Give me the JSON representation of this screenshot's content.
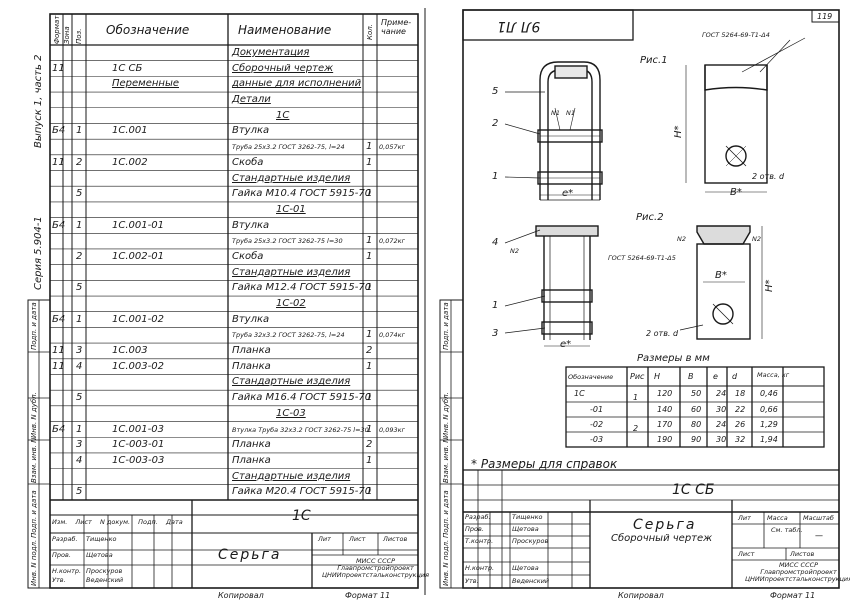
{
  "left_sheet": {
    "header": {
      "format": "Формат",
      "zone": "Зона",
      "pos": "Поз.",
      "designation": "Обозначение",
      "name": "Наименование",
      "qty": "Кол.",
      "note": "Приме-\nчание"
    },
    "series_label": "Серия 5.904-1",
    "issue_label": "Выпуск 1, часть 2",
    "rows": [
      {
        "fmt": "",
        "pos": "",
        "des": "",
        "name": "Документация",
        "qty": "",
        "note": ""
      },
      {
        "fmt": "11",
        "pos": "",
        "des": "1С СБ",
        "name": "Сборочный чертеж",
        "qty": "",
        "note": ""
      },
      {
        "fmt": "",
        "pos": "",
        "des": "Переменные",
        "name": "данные для исполнений",
        "qty": "",
        "note": ""
      },
      {
        "fmt": "",
        "pos": "",
        "des": "",
        "name": "Детали",
        "qty": "",
        "note": ""
      },
      {
        "fmt": "",
        "pos": "",
        "des": "",
        "name": "1С",
        "qty": "",
        "note": ""
      },
      {
        "fmt": "Б4",
        "pos": "1",
        "des": "1С.001",
        "name": "Втулка",
        "qty": "",
        "note": ""
      },
      {
        "fmt": "",
        "pos": "",
        "des": "",
        "name": "Труба 25х3.2 ГОСТ 3262-75, l=24",
        "qty": "1",
        "note": "0,057кг"
      },
      {
        "fmt": "11",
        "pos": "2",
        "des": "1С.002",
        "name": "Скоба",
        "qty": "1",
        "note": ""
      },
      {
        "fmt": "",
        "pos": "",
        "des": "",
        "name": "Стандартные изделия",
        "qty": "",
        "note": ""
      },
      {
        "fmt": "",
        "pos": "5",
        "des": "",
        "name": "Гайка М10.4 ГОСТ 5915-70",
        "qty": "1",
        "note": ""
      },
      {
        "fmt": "",
        "pos": "",
        "des": "",
        "name": "1С-01",
        "qty": "",
        "note": ""
      },
      {
        "fmt": "Б4",
        "pos": "1",
        "des": "1С.001-01",
        "name": "Втулка",
        "qty": "",
        "note": ""
      },
      {
        "fmt": "",
        "pos": "",
        "des": "",
        "name": "Труба 25х3.2 ГОСТ 3262-75 l=30",
        "qty": "1",
        "note": "0,072кг"
      },
      {
        "fmt": "",
        "pos": "2",
        "des": "1С.002-01",
        "name": "Скоба",
        "qty": "1",
        "note": ""
      },
      {
        "fmt": "",
        "pos": "",
        "des": "",
        "name": "Стандартные изделия",
        "qty": "",
        "note": ""
      },
      {
        "fmt": "",
        "pos": "5",
        "des": "",
        "name": "Гайка М12.4 ГОСТ 5915-70",
        "qty": "1",
        "note": ""
      },
      {
        "fmt": "",
        "pos": "",
        "des": "",
        "name": "1С-02",
        "qty": "",
        "note": ""
      },
      {
        "fmt": "Б4",
        "pos": "1",
        "des": "1С.001-02",
        "name": "Втулка",
        "qty": "",
        "note": ""
      },
      {
        "fmt": "",
        "pos": "",
        "des": "",
        "name": "Труба 32х3.2 ГОСТ 3262-75, l=24",
        "qty": "1",
        "note": "0,074кг"
      },
      {
        "fmt": "11",
        "pos": "3",
        "des": "1С.003",
        "name": "Планка",
        "qty": "2",
        "note": ""
      },
      {
        "fmt": "11",
        "pos": "4",
        "des": "1С.003-02",
        "name": "Планка",
        "qty": "1",
        "note": ""
      },
      {
        "fmt": "",
        "pos": "",
        "des": "",
        "name": "Стандартные изделия",
        "qty": "",
        "note": ""
      },
      {
        "fmt": "",
        "pos": "5",
        "des": "",
        "name": "Гайка М16.4 ГОСТ 5915-70",
        "qty": "1",
        "note": ""
      },
      {
        "fmt": "",
        "pos": "",
        "des": "",
        "name": "1С-03",
        "qty": "",
        "note": ""
      },
      {
        "fmt": "Б4",
        "pos": "1",
        "des": "1С.001-03",
        "name": "Втулка Труба 32х3.2 ГОСТ 3262-75 l=30",
        "qty": "1",
        "note": "0,093кг"
      },
      {
        "fmt": "",
        "pos": "3",
        "des": "1С-003-01",
        "name": "Планка",
        "qty": "2",
        "note": ""
      },
      {
        "fmt": "",
        "pos": "4",
        "des": "1С-003-03",
        "name": "Планка",
        "qty": "1",
        "note": ""
      },
      {
        "fmt": "",
        "pos": "",
        "des": "",
        "name": "Стандартные изделия",
        "qty": "",
        "note": ""
      },
      {
        "fmt": "",
        "pos": "5",
        "des": "",
        "name": "Гайка М20.4 ГОСТ 5915-70",
        "qty": "1",
        "note": ""
      }
    ],
    "stamp": {
      "code": "1С",
      "title": "Серьга",
      "org": "МИСС СССР\nГлавпромстройпроект\nЦНИИпроектстальконструкция",
      "lit": "Лит",
      "sheet": "Лист",
      "sheets": "Листов",
      "roles": [
        "Изм.",
        "Лист",
        "N докум.",
        "Подп.",
        "Дата"
      ],
      "people": [
        {
          "role": "Разраб.",
          "name": "Тищенко"
        },
        {
          "role": "Пров.",
          "name": "Щетова"
        },
        {
          "role": "Н.контр.",
          "name": "Проскуров"
        },
        {
          "role": "Утв.",
          "name": "Веденский"
        }
      ]
    },
    "side_labels": [
      "Инв. N подл.",
      "Подп. и дата",
      "Взам. инв. N",
      "Инв. N дубл.",
      "Подп. и дата"
    ],
    "copied": "Копировал",
    "format": "Формат 11"
  },
  "right_sheet": {
    "sheet_number": "119",
    "code_mirrored": "9Л Л1",
    "fig1_label": "Рис.1",
    "fig2_label": "Рис.2",
    "gost_top": "ГОСТ 5264-69-Т1-Δ4",
    "gost_mid": "ГОСТ 5264-69-Т1-Δ5",
    "callouts": [
      "5",
      "2",
      "1",
      "4",
      "1",
      "3"
    ],
    "n_label": "N2",
    "n1_label": "N1",
    "dims": {
      "H": "H*",
      "B": "B*",
      "e": "e*",
      "hole": "2 отв. d"
    },
    "sizes_title": "Размеры в мм",
    "sizes_table": {
      "headers": [
        "Обозначение",
        "Рис",
        "H",
        "В",
        "е",
        "d",
        "Масса, кг"
      ],
      "rows": [
        [
          "1С",
          "1",
          "120",
          "50",
          "24",
          "18",
          "0,46"
        ],
        [
          "-01",
          "",
          "140",
          "60",
          "30",
          "22",
          "0,66"
        ],
        [
          "-02",
          "2",
          "170",
          "80",
          "24",
          "26",
          "1,29"
        ],
        [
          "-03",
          "",
          "190",
          "90",
          "30",
          "32",
          "1,94"
        ]
      ]
    },
    "note": "* Размеры для справок",
    "stamp": {
      "code": "1С СБ",
      "title": "Серьга",
      "subtitle": "Сборочный чертеж",
      "lit": "Лит",
      "mass": "Масса",
      "scale": "Масштаб",
      "mass_value": "См. табл.",
      "scale_value": "—",
      "sheet": "Лист",
      "sheets": "Листов",
      "org": "МИСС СССР\nГлавпромстройпроект\nЦНИИпроектстальконструкция",
      "people": [
        {
          "role": "Разраб.",
          "name": "Тищенко"
        },
        {
          "role": "Пров.",
          "name": "Щетова"
        },
        {
          "role": "Т.контр.",
          "name": "Проскуров"
        },
        {
          "role": "Н.контр.",
          "name": "Щетова"
        },
        {
          "role": "Утв.",
          "name": "Веденский"
        }
      ]
    },
    "side_labels": [
      "Инв. N подл.",
      "Подп. и дата",
      "Взам. инв. N",
      "Инв. N дубл.",
      "Подп. и дата"
    ],
    "copied": "Копировал",
    "format": "Формат 11"
  }
}
